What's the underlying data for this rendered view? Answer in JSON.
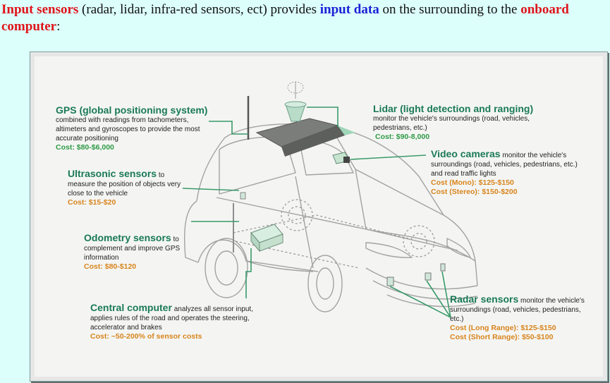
{
  "headline": {
    "part1": "Input sensors",
    "part2": " (radar, lidar, infra-red sensors, ect) provides ",
    "part3": "input data",
    "part4": " on the surrounding to the ",
    "part5": "onboard computer",
    "part6": ":"
  },
  "callouts": {
    "gps": {
      "title": "GPS (global positioning system)",
      "desc": "combined with readings from tachometers, altimeters and gyroscopes to provide the most accurate positioning",
      "cost": "Cost: $80-$6,000"
    },
    "lidar": {
      "title": "Lidar (light detection and ranging)",
      "desc": "monitor the vehicle's surroundings (road, vehicles, pedestrians, etc.)",
      "cost": "Cost: $90-8,000"
    },
    "video": {
      "title": "Video cameras",
      "desc": " monitor the vehicle's surroundings (road, vehicles, pedestrians, etc.) and read traffic lights",
      "cost1": "Cost (Mono): $125-$150",
      "cost2": "Cost (Stereo): $150-$200"
    },
    "ultrasonic": {
      "title": "Ultrasonic sensors",
      "desc": " to measure the position of objects very close to the vehicle",
      "cost": "Cost: $15-$20"
    },
    "odometry": {
      "title": "Odometry sensors",
      "desc": " to complement and improve GPS information",
      "cost": "Cost: $80-$120"
    },
    "computer": {
      "title": "Central computer",
      "desc": " analyzes all sensor input, applies rules of the road and operates the steering, accelerator and brakes",
      "cost": "Cost: ~50-200% of sensor costs"
    },
    "radar": {
      "title": "Radar sensors",
      "desc": " monitor the vehicle's surroundings (road, vehicles, pedestrians, etc.)",
      "cost1": "Cost (Long Range): $125-$150",
      "cost2": "Cost (Short Range): $50-$100"
    }
  },
  "colors": {
    "title_green": "#1a7a55",
    "cost_green": "#2f9a46",
    "cost_orange": "#d8841c",
    "leader_green": "#3a9a6a",
    "car_outline": "#9a9a9a"
  }
}
